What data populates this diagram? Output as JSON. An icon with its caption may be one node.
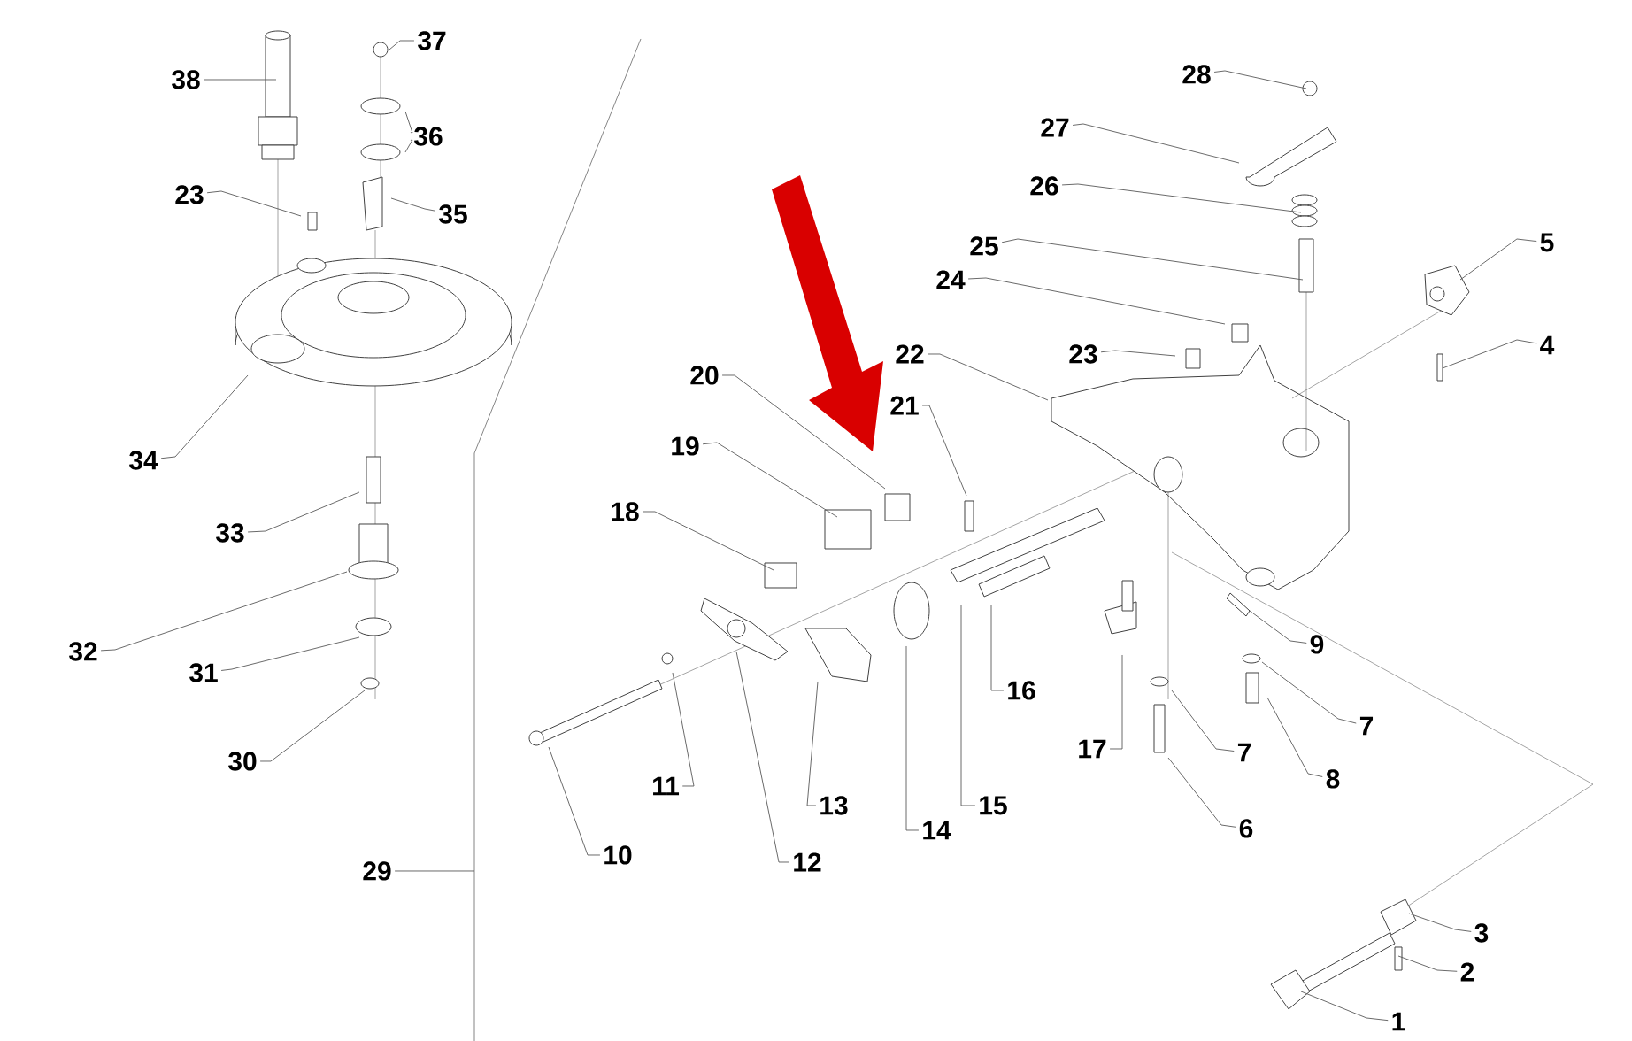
{
  "diagram": {
    "nodes": [
      {
        "text": [
          "1"
        ]
      },
      {
        "text": [
          "2"
        ]
      },
      {
        "text": [
          "3"
        ]
      },
      {
        "text": [
          "4"
        ]
      },
      {
        "text": [
          "5"
        ]
      },
      {
        "text": [
          "6"
        ]
      },
      {
        "text": [
          "7"
        ]
      },
      {
        "text": [
          "7"
        ]
      },
      {
        "text": [
          "8"
        ]
      },
      {
        "text": [
          "9"
        ]
      },
      {
        "text": [
          "10"
        ]
      },
      {
        "text": [
          "11"
        ]
      },
      {
        "text": [
          "12"
        ]
      },
      {
        "text": [
          "13"
        ]
      },
      {
        "text": [
          "14"
        ]
      },
      {
        "text": [
          "15"
        ]
      },
      {
        "text": [
          "16"
        ]
      },
      {
        "text": [
          "17"
        ]
      },
      {
        "text": [
          "18"
        ]
      },
      {
        "text": [
          "19"
        ]
      },
      {
        "text": [
          "20"
        ]
      },
      {
        "text": [
          "21"
        ]
      },
      {
        "text": [
          "22"
        ]
      },
      {
        "text": [
          "23"
        ]
      },
      {
        "text": [
          "23"
        ]
      },
      {
        "text": [
          "24"
        ]
      },
      {
        "text": [
          "25"
        ]
      },
      {
        "text": [
          "26"
        ]
      },
      {
        "text": [
          "27"
        ]
      },
      {
        "text": [
          "28"
        ]
      },
      {
        "text": [
          "29"
        ]
      },
      {
        "text": [
          "30"
        ]
      },
      {
        "text": [
          "31"
        ]
      },
      {
        "text": [
          "32"
        ]
      },
      {
        "text": [
          "33"
        ]
      },
      {
        "text": [
          "34"
        ]
      },
      {
        "text": [
          "35"
        ]
      },
      {
        "text": [
          "36"
        ]
      },
      {
        "text": [
          "37"
        ]
      },
      {
        "text": [
          "38"
        ]
      }
    ],
    "edges": [
      {
        "from": 0,
        "to": null,
        "arrow": "none"
      },
      {
        "from": 1,
        "to": null,
        "arrow": "none"
      },
      {
        "from": 2,
        "to": null,
        "arrow": "none"
      },
      {
        "from": 3,
        "to": null,
        "arrow": "none"
      },
      {
        "from": 4,
        "to": null,
        "arrow": "none"
      },
      {
        "from": 5,
        "to": null,
        "arrow": "none"
      },
      {
        "from": 6,
        "to": null,
        "arrow": "none"
      },
      {
        "from": 7,
        "to": null,
        "arrow": "none"
      },
      {
        "from": 8,
        "to": null,
        "arrow": "none"
      },
      {
        "from": 9,
        "to": null,
        "arrow": "none"
      },
      {
        "from": 10,
        "to": null,
        "arrow": "none"
      },
      {
        "from": 11,
        "to": null,
        "arrow": "none"
      },
      {
        "from": 12,
        "to": null,
        "arrow": "none"
      },
      {
        "from": 13,
        "to": null,
        "arrow": "none"
      },
      {
        "from": 14,
        "to": null,
        "arrow": "none"
      },
      {
        "from": 15,
        "to": null,
        "arrow": "none"
      },
      {
        "from": 16,
        "to": null,
        "arrow": "none"
      },
      {
        "from": 17,
        "to": null,
        "arrow": "none"
      },
      {
        "from": 18,
        "to": null,
        "arrow": "none"
      },
      {
        "from": 19,
        "to": null,
        "arrow": "none"
      },
      {
        "from": 20,
        "to": null,
        "arrow": "none"
      },
      {
        "from": 21,
        "to": null,
        "arrow": "none"
      },
      {
        "from": 22,
        "to": null,
        "arrow": "none"
      },
      {
        "from": 23,
        "to": null,
        "arrow": "none"
      },
      {
        "from": 24,
        "to": null,
        "arrow": "none"
      },
      {
        "from": 25,
        "to": null,
        "arrow": "none"
      },
      {
        "from": 26,
        "to": null,
        "arrow": "none"
      },
      {
        "from": 27,
        "to": null,
        "arrow": "none"
      },
      {
        "from": 28,
        "to": null,
        "arrow": "none"
      },
      {
        "from": 29,
        "to": null,
        "arrow": "none"
      },
      {
        "from": 30,
        "to": null,
        "arrow": "none"
      },
      {
        "from": 31,
        "to": null,
        "arrow": "none"
      },
      {
        "from": 32,
        "to": null,
        "arrow": "none"
      },
      {
        "from": 33,
        "to": null,
        "arrow": "none"
      },
      {
        "from": 34,
        "to": null,
        "arrow": "none"
      },
      {
        "from": 35,
        "to": null,
        "arrow": "none"
      },
      {
        "from": 36,
        "to": null,
        "arrow": "none"
      },
      {
        "from": 37,
        "to": null,
        "arrow": "none"
      },
      {
        "from": 37,
        "to": null,
        "arrow": "none"
      },
      {
        "from": 38,
        "to": null,
        "arrow": "none"
      },
      {
        "from": 39,
        "to": null,
        "arrow": "none"
      }
    ]
  }
}
